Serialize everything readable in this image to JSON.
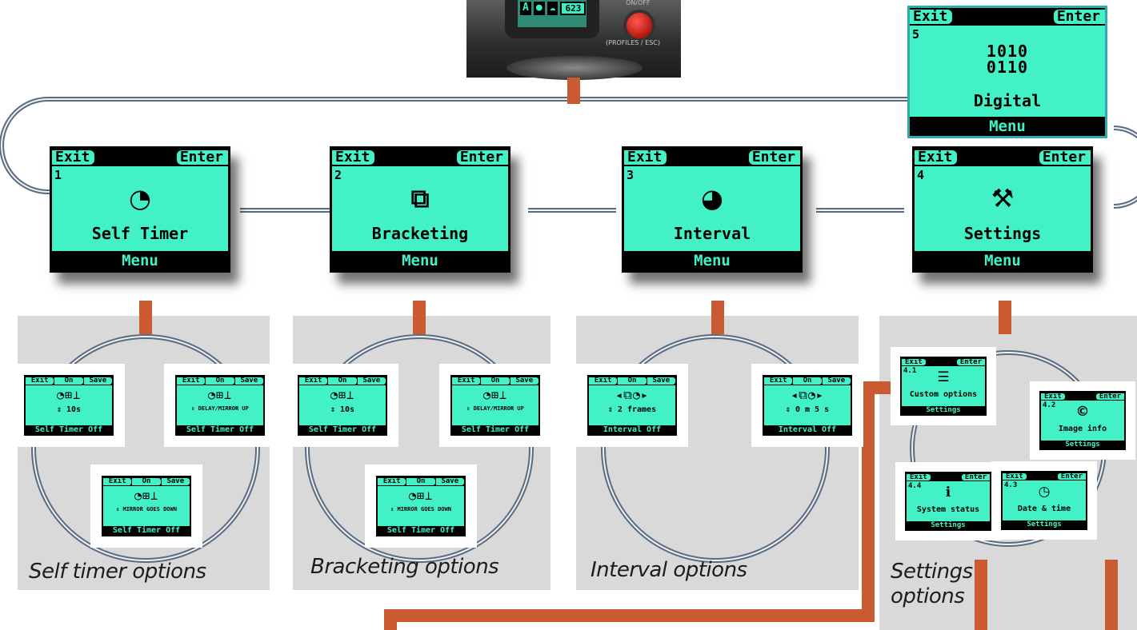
{
  "camera": {
    "lcd_left": "A",
    "lcd_dot": "●",
    "lcd_icon": "☁",
    "lcd_count": "623",
    "on_off_label": "ON/OFF",
    "profiles_label": "(PROFILES / ESC)"
  },
  "main_screens": [
    {
      "number": "1",
      "exit": "Exit",
      "enter": "Enter",
      "icon": "◔",
      "icon_name": "self-timer-icon",
      "title": "Self Timer",
      "footer": "Menu"
    },
    {
      "number": "2",
      "exit": "Exit",
      "enter": "Enter",
      "icon": "⧉",
      "icon_name": "bracketing-icon",
      "title": "Bracketing",
      "footer": "Menu"
    },
    {
      "number": "3",
      "exit": "Exit",
      "enter": "Enter",
      "icon": "◕",
      "icon_name": "interval-icon",
      "title": "Interval",
      "footer": "Menu"
    },
    {
      "number": "4",
      "exit": "Exit",
      "enter": "Enter",
      "icon": "⚒",
      "icon_name": "settings-tool-icon",
      "title": "Settings",
      "footer": "Menu"
    },
    {
      "number": "5",
      "exit": "Exit",
      "enter": "Enter",
      "icon": "1010\n0110",
      "icon_name": "digital-icon",
      "title": "Digital",
      "footer": "Menu"
    }
  ],
  "self_timer_options": [
    {
      "exit": "Exit",
      "on": "On",
      "save": "Save",
      "icons": "◔⊞⊥",
      "value": "⇕ 10s",
      "footer": "Self Timer Off"
    },
    {
      "exit": "Exit",
      "on": "On",
      "save": "Save",
      "icons": "◔⊞⊥",
      "value": "⇕ DELAY/MIRROR UP",
      "footer": "Self Timer Off"
    },
    {
      "exit": "Exit",
      "on": "On",
      "save": "Save",
      "icons": "◔⊞⊥",
      "value": "⇕ MIRROR GOES DOWN",
      "footer": "Self Timer Off"
    }
  ],
  "bracketing_options": [
    {
      "exit": "Exit",
      "on": "On",
      "save": "Save",
      "icons": "◔⊞⊥",
      "value": "⇕ 10s",
      "footer": "Self Timer Off"
    },
    {
      "exit": "Exit",
      "on": "On",
      "save": "Save",
      "icons": "◔⊞⊥",
      "value": "⇕ DELAY/MIRROR UP",
      "footer": "Self Timer Off"
    },
    {
      "exit": "Exit",
      "on": "On",
      "save": "Save",
      "icons": "◔⊞⊥",
      "value": "⇕ MIRROR GOES DOWN",
      "footer": "Self Timer Off"
    }
  ],
  "interval_options": [
    {
      "exit": "Exit",
      "on": "On",
      "save": "Save",
      "icons": "◂⧉◔▸",
      "value": "⇕ 2 frames",
      "footer": "Interval Off"
    },
    {
      "exit": "Exit",
      "on": "On",
      "save": "Save",
      "icons": "◂⧉◔▸",
      "value": "⇕ 0 m 5 s",
      "footer": "Interval Off"
    }
  ],
  "settings_options": [
    {
      "number": "4.1",
      "exit": "Exit",
      "enter": "Enter",
      "icon": "☰",
      "icon_name": "custom-options-icon",
      "title": "Custom options",
      "footer": "Settings"
    },
    {
      "number": "4.2",
      "exit": "Exit",
      "enter": "Enter",
      "icon": "©",
      "icon_name": "image-info-icon",
      "title": "Image info",
      "footer": "Settings"
    },
    {
      "number": "4.4",
      "exit": "Exit",
      "enter": "Enter",
      "icon": "ℹ",
      "icon_name": "system-status-icon",
      "title": "System status",
      "footer": "Settings"
    },
    {
      "number": "4.3",
      "exit": "Exit",
      "enter": "Enter",
      "icon": "◷",
      "icon_name": "date-time-icon",
      "title": "Date & time",
      "footer": "Settings"
    }
  ],
  "captions": {
    "self_timer": "Self timer options",
    "bracketing": "Bracketing options",
    "interval": "Interval options",
    "settings_line1": "Settings",
    "settings_line2": "options"
  },
  "colors": {
    "lcd": "#42f2c6",
    "connector": "#c95a32",
    "wire": "#5a6b80",
    "panel": "#d9d9d9"
  }
}
